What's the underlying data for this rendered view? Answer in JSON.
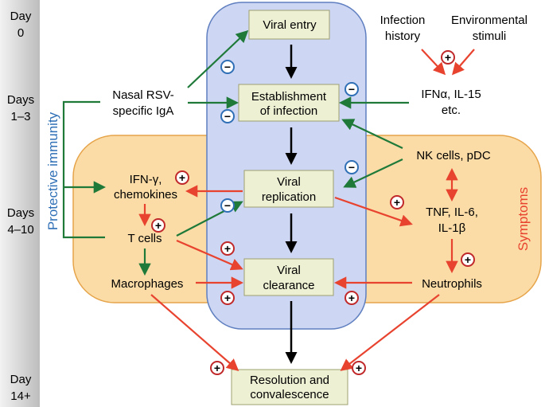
{
  "colors": {
    "activation_arrow": "#e8432f",
    "inhibition_arrow": "#1f7a3a",
    "flow_arrow": "#000000",
    "plus_circle": "#c0282a",
    "minus_circle": "#2f6fb6",
    "protective_label": "#2f6fb6",
    "symptoms_label": "#e8432f",
    "viral_column_fill": "#cdd6f2",
    "symptoms_region_fill": "#fbdca6",
    "stage_box_fill": "#eef0d4",
    "timeline_fill": "#c8c8c8"
  },
  "timeline": [
    {
      "line1": "Day",
      "line2": "0"
    },
    {
      "line1": "Days",
      "line2": "1–3"
    },
    {
      "line1": "Days",
      "line2": "4–10"
    },
    {
      "line1": "Day",
      "line2": "14+"
    }
  ],
  "side_labels": {
    "protective": "Protective immunity",
    "symptoms": "Symptoms"
  },
  "stages": {
    "entry": {
      "line1": "Viral entry",
      "line2": ""
    },
    "establishment": {
      "line1": "Establishment",
      "line2": "of infection"
    },
    "replication": {
      "line1": "Viral",
      "line2": "replication"
    },
    "clearance": {
      "line1": "Viral",
      "line2": "clearance"
    },
    "resolution": {
      "line1": "Resolution and",
      "line2": "convalescence"
    }
  },
  "factors": {
    "iga": {
      "line1": "Nasal RSV-",
      "line2": "specific IgA"
    },
    "ifng": {
      "line1": "IFN-γ,",
      "line2": "chemokines"
    },
    "tcells": {
      "line1": "T cells"
    },
    "macrophages": {
      "line1": "Macrophages"
    },
    "infection_history": {
      "line1": "Infection",
      "line2": "history"
    },
    "environmental": {
      "line1": "Environmental",
      "line2": "stimuli"
    },
    "ifna": {
      "line1": "IFNα, IL-15",
      "line2": "etc."
    },
    "nk": {
      "line1": "NK cells, pDC"
    },
    "tnf": {
      "line1": "TNF, IL-6,",
      "line2": "IL-1β"
    },
    "neutrophils": {
      "line1": "Neutrophils"
    }
  },
  "signs": {
    "plus": "+",
    "minus": "−"
  }
}
